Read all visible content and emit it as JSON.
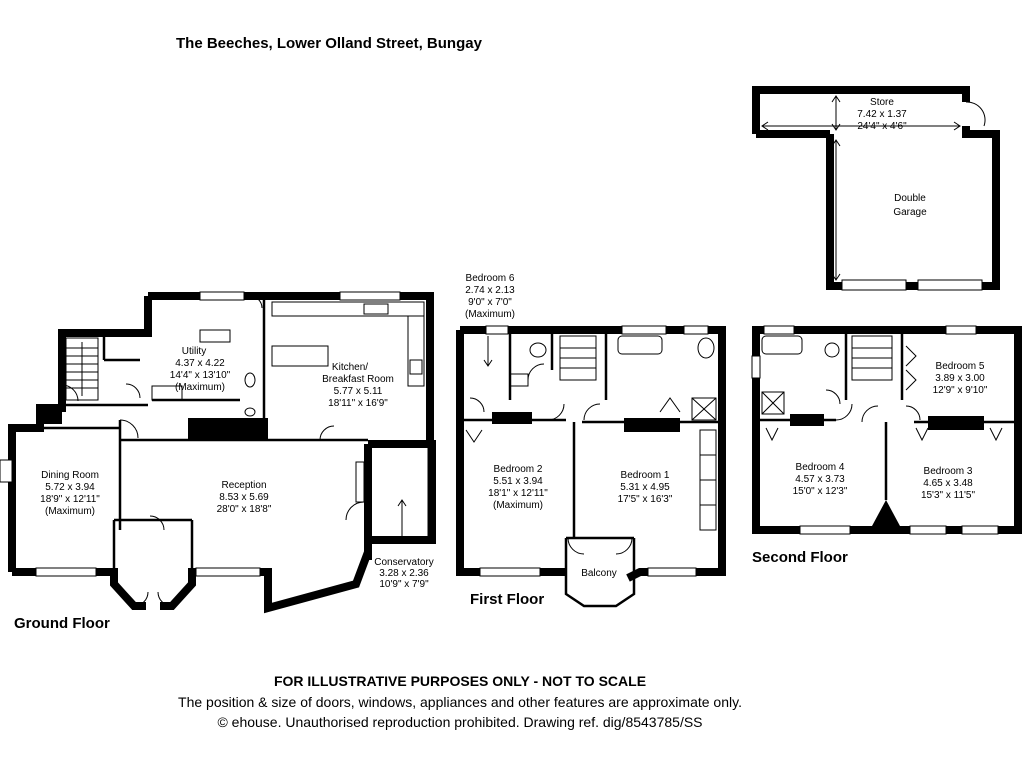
{
  "title": "The Beeches, Lower Olland Street, Bungay",
  "floors": {
    "ground": "Ground Floor",
    "first": "First Floor",
    "second": "Second Floor"
  },
  "rooms": {
    "utility": [
      "Utility",
      "4.37 x 4.22",
      "14'4\" x 13'10\"",
      "(Maximum)"
    ],
    "kitchen": [
      "Kitchen/",
      "Breakfast Room",
      "5.77 x 5.11",
      "18'11\" x 16'9\""
    ],
    "dining": [
      "Dining Room",
      "5.72 x 3.94",
      "18'9\" x 12'11\"",
      "(Maximum)"
    ],
    "reception": [
      "Reception",
      "8.53 x 5.69",
      "28'0\" x 18'8\""
    ],
    "conservatory": [
      "Conservatory",
      "3.28 x 2.36",
      "10'9\" x 7'9\""
    ],
    "bedroom6": [
      "Bedroom 6",
      "2.74 x 2.13",
      "9'0\" x 7'0\"",
      "(Maximum)"
    ],
    "bedroom2": [
      "Bedroom 2",
      "5.51 x 3.94",
      "18'1\" x 12'11\"",
      "(Maximum)"
    ],
    "bedroom1": [
      "Bedroom 1",
      "5.31 x 4.95",
      "17'5\" x 16'3\""
    ],
    "balcony": [
      "Balcony"
    ],
    "store": [
      "Store",
      "7.42 x 1.37",
      "24'4\" x 4'6\""
    ],
    "garage": [
      "Double",
      "Garage"
    ],
    "bedroom5": [
      "Bedroom 5",
      "3.89 x 3.00",
      "12'9\" x 9'10\""
    ],
    "bedroom4": [
      "Bedroom 4",
      "4.57 x 3.73",
      "15'0\" x 12'3\""
    ],
    "bedroom3": [
      "Bedroom 3",
      "4.65 x 3.48",
      "15'3\" x 11'5\""
    ]
  },
  "disclaimer": {
    "line1": "FOR ILLUSTRATIVE PURPOSES ONLY - NOT TO SCALE",
    "line2": "The position & size of doors, windows, appliances and other features are approximate only.",
    "line3": "© ehouse. Unauthorised reproduction prohibited. Drawing ref. dig/8543785/SS"
  }
}
